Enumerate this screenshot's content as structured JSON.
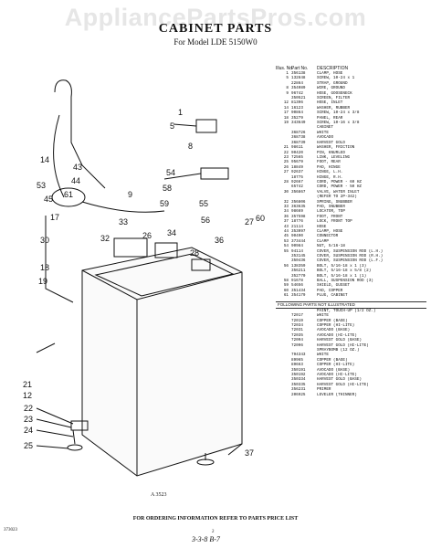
{
  "watermark": "AppliancePartsPros.com",
  "header": {
    "title": "CABINET PARTS",
    "subtitle": "For Model LDE 5150W0"
  },
  "parts_table": {
    "col_illus": "Illus. No.",
    "col_part": "Part No.",
    "col_desc": "DESCRIPTION",
    "rows": [
      {
        "n": "1",
        "p": "356138",
        "d": "CLAMP, HOSE"
      },
      {
        "n": "5",
        "p": "132848",
        "d": "SCREW, 10-24 x 1"
      },
      {
        "n": "",
        "p": "22864",
        "d": "STRAP, GROUND"
      },
      {
        "n": "8",
        "p": "354089",
        "d": "WIRE, GROUND"
      },
      {
        "n": "9",
        "p": "96742",
        "d": "HOSE, GOOSENECK"
      },
      {
        "n": "",
        "p": "350521",
        "d": "SCREEN, FILTER"
      },
      {
        "n": "12",
        "p": "81396",
        "d": "HOSE, INLET"
      },
      {
        "n": "14",
        "p": "16123",
        "d": "WASHER, RUBBER"
      },
      {
        "n": "17",
        "p": "90864",
        "d": "SCREW, 10-24 x 3/8"
      },
      {
        "n": "18",
        "p": "35279",
        "d": "PANEL, REAR"
      },
      {
        "n": "19",
        "p": "343649",
        "d": "SCREW, 10-16 x 3/8"
      },
      {
        "n": "",
        "p": "",
        "d": "CABINET"
      },
      {
        "n": "",
        "p": "368726",
        "d": "WHITE"
      },
      {
        "n": "",
        "p": "368738",
        "d": "AVOCADO"
      },
      {
        "n": "",
        "p": "368739",
        "d": "HARVEST GOLD"
      },
      {
        "n": "21",
        "p": "98611",
        "d": "WASHER, FRICTION"
      },
      {
        "n": "22",
        "p": "90420",
        "d": "PIN, KNURLED"
      },
      {
        "n": "23",
        "p": "72565",
        "d": "LINK, LEVELING"
      },
      {
        "n": "25",
        "p": "95679",
        "d": "FOOT, REAR"
      },
      {
        "n": "26",
        "p": "18849",
        "d": "PAD, HINGE"
      },
      {
        "n": "27",
        "p": "92637",
        "d": "HINGE, L.H."
      },
      {
        "n": "",
        "p": "18775",
        "d": "HINGE, R.H."
      },
      {
        "n": "28",
        "p": "92667",
        "d": "CORD, POWER - 60 HZ"
      },
      {
        "n": "",
        "p": "65742",
        "d": "CORD, POWER - 50 HZ"
      },
      {
        "n": "30",
        "p": "356867",
        "d": "VALVE, WATER INLET"
      },
      {
        "n": "",
        "p": "",
        "d": "(REFER TO 2P-342)"
      },
      {
        "n": "32",
        "p": "356806",
        "d": "SPRING, SNUBBER"
      },
      {
        "n": "33",
        "p": "363635",
        "d": "PAD, SNUBBER"
      },
      {
        "n": "34",
        "p": "98669",
        "d": "LOCATOR, TOP"
      },
      {
        "n": "36",
        "p": "357598",
        "d": "FOOT, FRONT"
      },
      {
        "n": "37",
        "p": "18776",
        "d": "LOCK, FRONT TOP"
      },
      {
        "n": "43",
        "p": "21114",
        "d": "HOSE"
      },
      {
        "n": "44",
        "p": "353097",
        "d": "CLAMP, HOSE"
      },
      {
        "n": "45",
        "p": "90490",
        "d": "CONNECTOR"
      },
      {
        "n": "53",
        "p": "373444",
        "d": "CLAMP"
      },
      {
        "n": "54",
        "p": "90984",
        "d": "NUT, 5/16-18"
      },
      {
        "n": "55",
        "p": "94114",
        "d": "COVER, SUSPENSION ROD (L.H.)"
      },
      {
        "n": "",
        "p": "353145",
        "d": "COVER, SUSPENSION ROD (R.H.)"
      },
      {
        "n": "",
        "p": "350436",
        "d": "COVER, SUSPENSION ROD (L.F.)"
      },
      {
        "n": "56",
        "p": "138359",
        "d": "BOLT, 5/16-18 x 1 (3)"
      },
      {
        "n": "",
        "p": "356211",
        "d": "BOLT, 5/16-18 x 5/8 (2)"
      },
      {
        "n": "",
        "p": "352770",
        "d": "BOLT, 5/16-18 x 1 (1)"
      },
      {
        "n": "58",
        "p": "91678",
        "d": "BALL, SUSPENSION ROD (3)"
      },
      {
        "n": "59",
        "p": "54656",
        "d": "SHIELD, GUSSET"
      },
      {
        "n": "60",
        "p": "351434",
        "d": "PAD, COPPER"
      },
      {
        "n": "61",
        "p": "354179",
        "d": "PLUG, CABINET"
      }
    ],
    "following_header": "FOLLOWING PARTS NOT ILLUSTRATED",
    "extra_rows": [
      {
        "n": "",
        "p": "",
        "d": "PAINT, TOUCH-UP (1/2 OZ.)"
      },
      {
        "n": "",
        "p": "72017",
        "d": "WHITE"
      },
      {
        "n": "",
        "p": "72019",
        "d": "COPPER (BASE)"
      },
      {
        "n": "",
        "p": "72034",
        "d": "COPPER (HI-LITE)"
      },
      {
        "n": "",
        "p": "72031",
        "d": "AVOCADO (BASE)"
      },
      {
        "n": "",
        "p": "72035",
        "d": "AVOCADO (HI-LITE)"
      },
      {
        "n": "",
        "p": "72094",
        "d": "HARVEST GOLD (BASE)"
      },
      {
        "n": "",
        "p": "72096",
        "d": "HARVEST GOLD (HI-LITE)"
      },
      {
        "n": "",
        "p": "",
        "d": "SPRAYBOMB (12 OZ.)"
      },
      {
        "n": "",
        "p": "794343",
        "d": "WHITE"
      },
      {
        "n": "",
        "p": "89965",
        "d": "COPPER (BASE)"
      },
      {
        "n": "",
        "p": "89663",
        "d": "COPPER (HI-LITE)"
      },
      {
        "n": "",
        "p": "350191",
        "d": "AVOCADO (BASE)"
      },
      {
        "n": "",
        "p": "350192",
        "d": "AVOCADO (HI-LITE)"
      },
      {
        "n": "",
        "p": "350334",
        "d": "HARVEST GOLD (BASE)"
      },
      {
        "n": "",
        "p": "350335",
        "d": "HARVEST GOLD (HI-LITE)"
      },
      {
        "n": "",
        "p": "356231",
        "d": "PRIMER"
      },
      {
        "n": "",
        "p": "206925",
        "d": "LEVELER (THINNER)"
      }
    ]
  },
  "diagram": {
    "caption": "A 3523",
    "callouts": [
      "1",
      "5",
      "8",
      "9",
      "12",
      "14",
      "17",
      "18",
      "19",
      "21",
      "22",
      "23",
      "24",
      "25",
      "26",
      "27",
      "28",
      "30",
      "32",
      "33",
      "34",
      "36",
      "37",
      "43",
      "44",
      "45",
      "53",
      "54",
      "55",
      "56",
      "58",
      "59",
      "60",
      "61"
    ]
  },
  "footer": {
    "note": "FOR ORDERING INFORMATION REFER TO PARTS PRICE LIST",
    "left_code": "373023",
    "page": "2",
    "handwritten": "3-3-8 B-7"
  }
}
